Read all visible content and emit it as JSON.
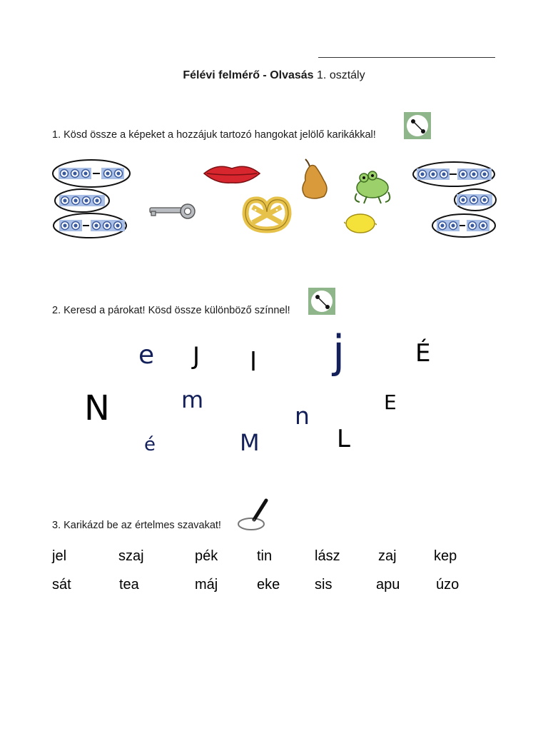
{
  "header": {
    "name_line": "________________________________",
    "title_bold": "Félévi felmérő - Olvasás",
    "title_rest": " 1. osztály"
  },
  "task1": {
    "instruction": "1. Kösd össze a képeket a hozzájuk tartozó hangokat jelölő karikákkal!",
    "icon": "connect-dots-icon",
    "pictures": [
      "lips-icon",
      "pear-icon",
      "frog-icon",
      "key-icon",
      "pretzel-icon",
      "lemon-icon"
    ]
  },
  "task2": {
    "instruction": "2. Keresd a párokat! Kösd össze különböző színnel!",
    "icon": "connect-dots-icon",
    "letters": [
      "e",
      "J",
      "l",
      "j",
      "É",
      "N",
      "m",
      "n",
      "E",
      "é",
      "M",
      "L"
    ]
  },
  "task3": {
    "instruction": "3. Karikázd be az értelmes szavakat!",
    "icon": "circle-pencil-icon",
    "row1": [
      "jel",
      "szaj",
      "pék",
      "tin",
      "lász",
      "zaj",
      "kep"
    ],
    "row2": [
      "sát",
      "tea",
      "máj",
      "eke",
      "sis",
      "apu",
      "úzo"
    ]
  },
  "colors": {
    "icon_green": "#8fb58a",
    "box_blue": "#a9bfe6",
    "dot_blue": "#3a5a9e"
  }
}
